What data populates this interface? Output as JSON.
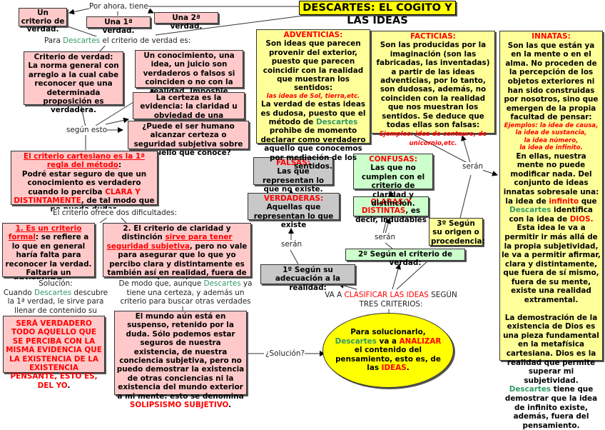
{
  "title": "DESCARTES: EL COGITO Y LAS IDEAS",
  "colors": {
    "pink_node": "#ffc9c9",
    "yellow_node": "#ffff99",
    "green_node": "#ccffcc",
    "gray_node": "#c8c8c8",
    "title_bg": "#ffff00",
    "accent_red": "#ff0000",
    "accent_green": "#339966"
  },
  "top": {
    "por_ahora": "Por ahora, tiene",
    "criterio": "Un criterio de verdad.",
    "primera_verdad": "Una 1ª verdad.",
    "segunda_verdad": "Una 2ª verdad.",
    "para_descartes_pre": "Para ",
    "descartes": "Descartes",
    "para_descartes_post": " el criterio de verdad es:"
  },
  "criterio_box": {
    "heading": "Criterio de verdad:",
    "text": "La norma general con arreglo a la cual cabe reconocer que una determinada proposición es verdadera."
  },
  "conocimiento_box": "Un conocimiento, una idea, un juicio son verdaderos o falsos si coinciden o no con la realidad. Imposble saber.",
  "certeza_box": "La certeza es la evidencia: la claridad u obviedad de una realidad.",
  "pregunta_box": "¿Puede el ser humano alcanzar certeza o seguridad subjetiva sobre aquello que conoce?",
  "segun_esto": "según esto",
  "regla_box": {
    "heading": "El criterio cartesiano es la 1ª regla del método",
    "colon": ":",
    "text_pre": "Podré estar seguro de que un conocimiento es verdadero cuando lo perciba ",
    "highlight": "CLARA Y DISTINTAMENTE",
    "text_post": ", de tal modo que no pueda dudar."
  },
  "dificultades_label": "El criterio ofrece dos dificultades:",
  "dificultad1": {
    "heading": "1. Es un criterio formal",
    "colon": ":",
    "text": "se refiere a lo que en general haría falta para reconocer la verdad. Faltaria un CONTENIDO: una verdad concreta."
  },
  "dificultad2": {
    "pre": "2. El criterio de claridad y distinción ",
    "highlight": "sirve para tener seguridad subjetiva",
    "post": ", pero no vale para asegurar que lo que yo percibo clara y distintamente es también así en realidad, fuera de la mente."
  },
  "solucion_label": {
    "line1": "Solución:",
    "pre": "Cuando ",
    "descartes": "Descartes",
    "post": " descubre la 1ª verdad, le sirve para llenar de contenido su criterio"
  },
  "de_modo_label": {
    "pre": "De modo que, aunque ",
    "descartes": "Descartes",
    "post": " ya tiene una certeza, y además un criterio para buscar otras verdades"
  },
  "sera_verdadero_box": {
    "text": "SERÁ VERDADERO TODO AQUELLO QUE SE PERCIBA CON LA MISMA EVIDENCIA QUE LA EXISTENCIA DE LA EXISTENCIA PENSANTE, ESTO ES, DEL YO",
    "dot": "."
  },
  "mundo_box": {
    "text": "El mundo aún está en suspenso, retenido por la duda. Sólo podemos estar seguros de nuestra existencia, de nuestra conciencia subjetiva, pero no puedo demostrar la existencia de otras conciencias ni la existencia del mundo exterior a mi mente: esto se denomina",
    "highlight": "SOLIPSISMO SUBJETIVO",
    "dot": "."
  },
  "solucion_q": "¿Solución?",
  "ellipse": {
    "pre": "Para solucionarlo, ",
    "descartes": "Descartes",
    "mid": " va a ",
    "analizar": "ANALIZAR",
    "post": " el contenido del pensamiento, esto es, de las ",
    "ideas": "IDEAS",
    "dot": "."
  },
  "clasificar_label": {
    "pre": "VA A ",
    "highlight": "CLASIFICAR LAS IDEAS",
    "post": " SEGÚN TRES CRITERIOS:"
  },
  "criterio1": "1º Según su adecuación a la realidad:",
  "criterio2": "2º Según el criterio de verdad:",
  "criterio3": "3º Según su origen o procedencia:",
  "seran": "serán",
  "verdaderas": {
    "heading": "VERDADERAS:",
    "text": "Aquellas que representan lo que existe"
  },
  "falsas": {
    "heading": "FALSAS:",
    "text": "Las que representan lo que no existe."
  },
  "claras": {
    "highlight": "CLARAS Y DISTINTAS",
    "text": ", es decir, indudables"
  },
  "confusas": {
    "heading": "CONFUSAS:",
    "text": "Las que no cumplen con el criterio de claridad y distinción."
  },
  "adventicias": {
    "heading": "ADVENTICIAS:",
    "text1": "Son ideas que parecen provenir del exterior, puesto que parecen coincidir con la realidad que muestran los sentidos:",
    "example": "las ideas de Sol, tierra,etc.",
    "text2_pre": "La verdad de estas ideas es dudosa, puesto que el método de ",
    "descartes": "Descartes",
    "text2_post": " prohibe de momento declarar como verdadero aquello que conocemos por mediación de los sentidos."
  },
  "facticias": {
    "heading": "FACTICIAS:",
    "text": "Son las producidas por la imaginación (son las fabricadas, las inventadas) a partir de las ideas adventicias, por lo tanto, son dudosas, además, no coinciden con la realidad que nos muestran los sentidos. Se deduce que todas ellas son falsas: ",
    "example": "Ejemplos: idea de centauro, de unicornio,etc."
  },
  "innatas": {
    "heading": "INNATAS:",
    "text1": "Son las que están ya en la mente o en el alma. No proceden de la percepción de los objetos exteriores ni han sido construidas por nosotros, sino que emergen de la propia facultad de pensar:",
    "examples": [
      "Ejemplos: la idea de causa,",
      "la idea de sustancia,",
      "la idea número,",
      "la idea de infinito."
    ],
    "text2": "En ellas, nuestra mente no puede modificar nada. Del conjunto de ideas innatas sobresale una: la idea de ",
    "infinito": "infinito",
    "text3": " que ",
    "descartes": "Descartes",
    "text4": " identifica con la idea de ",
    "dios": "DIOS.",
    "text5": " Esta idea le va a permitir ir más allá de la propia subjetividad, le va a permitir afirmar, clara y distintamente, que fuera de sí mismo, fuera de su mente, existe una realidad extramental.",
    "text6": "La demostración de la existencia de Dios es una pieza fundamental en la metafísica cartesiana. Dios es la realidad que permite superar mi subjetividad.",
    "descartes2": "Descartes",
    "text7": " tiene que demostrar que la idea de infinito existe, además, fuera del pensamiento."
  }
}
